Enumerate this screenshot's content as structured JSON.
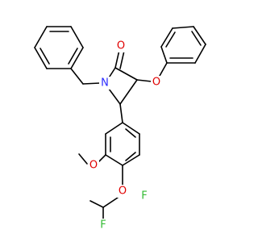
{
  "molecule": {
    "atoms": {
      "nitrogen": "N",
      "carbonyl_oxygen": "O",
      "phenoxy_oxygen": "O",
      "methoxy_oxygen": "O",
      "difluoromethoxy_oxygen": "O",
      "fluorine_1": "F",
      "fluorine_2": "F"
    },
    "colors": {
      "bond": "#000000",
      "nitrogen": "#2b2bff",
      "oxygen": "#e00000",
      "fluorine": "#33bb33",
      "background": "#ffffff"
    }
  }
}
